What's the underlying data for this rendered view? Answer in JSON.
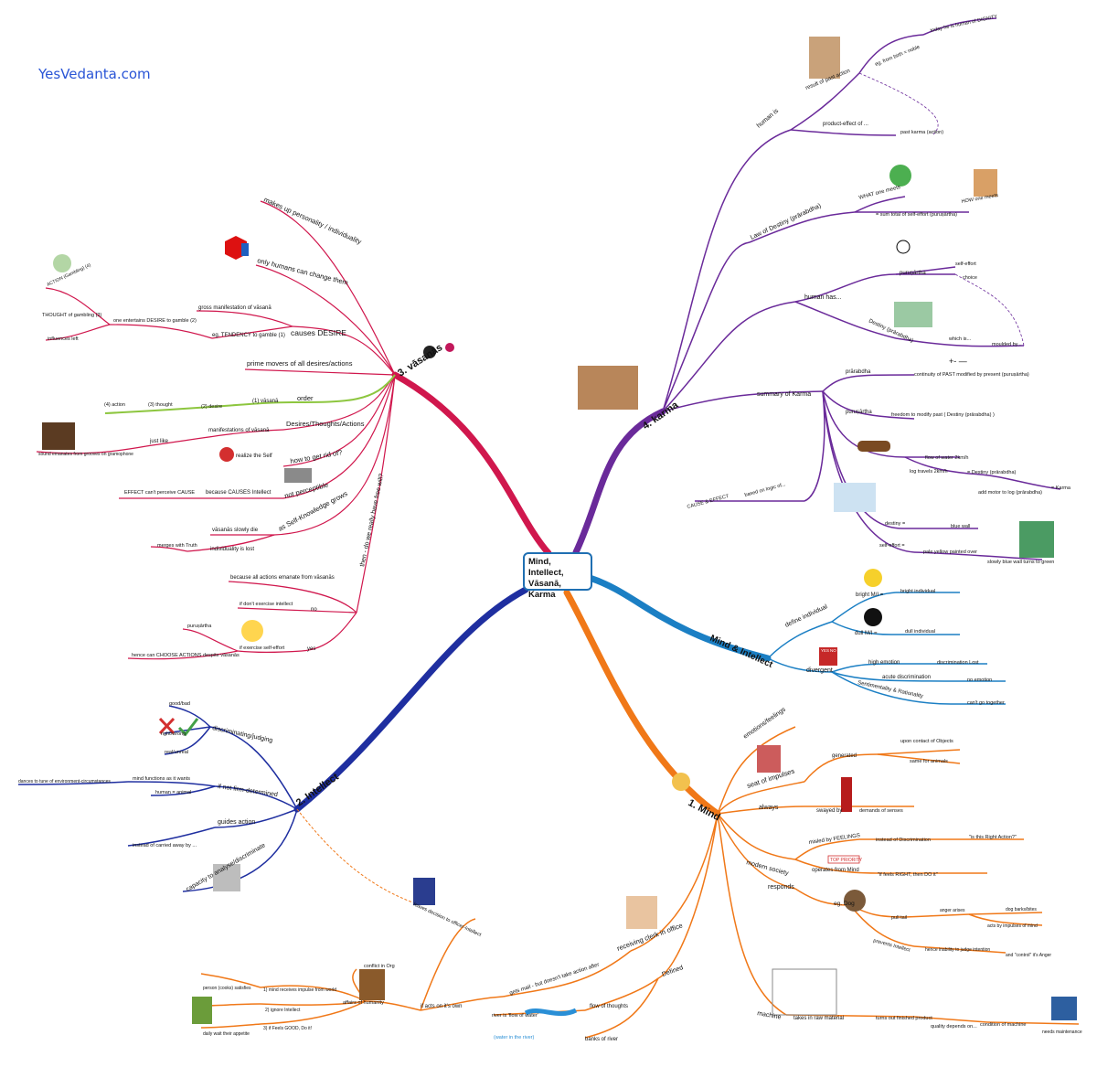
{
  "watermark": "YesVedanta.com",
  "center": {
    "line1": "Mind, Intellect,",
    "line2": "Vāsanā, Karma"
  },
  "colors": {
    "vasanas": "#d0174d",
    "karma": "#6a2a9a",
    "intellect": "#1f2fa0",
    "mind": "#f07818",
    "mindintellect": "#1b7fc4",
    "order": "#8dc63f",
    "center_border": "#1f6fb2"
  },
  "branches": {
    "vasanas": {
      "title": "3. vāsanās",
      "makes_up": "makes up personality / individuality",
      "only_humans": "only humans can change them",
      "causes_desire": "causes DESIRE",
      "gross": "gross manifestation of vāsanā",
      "eg_tendency": "eg. TENDENCY to gamble (1)",
      "entertains": "one entertains DESIRE to gamble (2)",
      "thought_gambling": "THOUGHT of gambling (3)",
      "action_gambling": "ACTION (Gambling) (4)",
      "influences": "influences left",
      "prime_movers": "prime movers of all desires/actions",
      "order": "order",
      "order_items": [
        "(4) action",
        "(3) thought",
        "(2) desire",
        "(1) vāsanā"
      ],
      "desires_thoughts": "Desires/Thoughts/Actions",
      "manifestations": "manifestations of vāsanā",
      "just_like": "just like",
      "sound": "sound emanates from grooves on gramophone",
      "how_to_get_rid": "how to get rid of?",
      "realize": "realize the Self",
      "not_perceptible": "not perceptible",
      "because_causes": "because CAUSES Intellect",
      "effect_cant": "EFFECT can't perceive CAUSE",
      "self_knowledge": "as Self-Knowledge grows",
      "vasanas_die": "vāsanās slowly die",
      "individuality_lost": "individuality is lost",
      "merges": "merges with Truth",
      "then": "then - do we really have free will?",
      "because_all": "because all actions emanate from vāsanās",
      "no": "no",
      "if_dont": "if don't exercise intellect",
      "yes": "yes",
      "if_exercise": "if exercise self-effort",
      "purushartha": "puruṣārtha",
      "hence_choose": "hence can CHOOSE ACTIONS despite vāsanās"
    },
    "karma": {
      "title": "4. karma",
      "human_is": "human is",
      "result_past": "result of past action",
      "eg_birth": "eg. from birth = noble",
      "today": "today he is human of DIGNITY",
      "product": "product-effect of ...",
      "past_karma": "past karma (action)",
      "law_destiny": "Law of Destiny (prārabdha)",
      "what_one_meets": "WHAT one meets",
      "sum_total": "= sum total of self-effort (puruṣārtha)",
      "how_one_meets": "HOW one meets",
      "human_has": "human has...",
      "purushartha": "puruṣārtha",
      "self_effort": "self-effort",
      "choice": "choice",
      "destiny_prarabdha": "Destiny (prārabdha)",
      "which_is": "which is...",
      "moulded_by": "moulded by...",
      "summary": "summary of Karma",
      "prarabdha": "prārabdha",
      "continuity": "continuity of PAST modified by present (puruṣārtha)",
      "purushartha2": "puruṣārtha",
      "freedom": "freedom to modify past ( Destiny (prārabdha) )",
      "flow_water": "flow of water 2km/h",
      "log_travels": "log travels 2km/h",
      "destiny_eq": "= Destiny (prārabdha)",
      "add_motor": "add motor to log (prārabdha)",
      "eq_karma": "= Karma",
      "based_on": "based on logic of...",
      "cause_effect": "CAUSE & EFFECT",
      "destiny_is": "destiny =",
      "blue_wall": "blue wall",
      "self_effort_is": "self-effort =",
      "pale_yellow": "pale yellow painted over",
      "slowly_blue": "slowly blue wall turns to green",
      "plus_minus": "+- —"
    },
    "mind_intellect": {
      "title": "Mind & Intellect",
      "define": "define individual",
      "bright": "bright M/I =",
      "bright_ind": "bright individual",
      "dull": "dull M/I =",
      "dull_ind": "dull individual",
      "divergent": "divergent",
      "high_emotion": "high emotion",
      "discrimination_lost": "discrimination Lost",
      "acute": "acute discrimination",
      "no_emotion": "no emotion",
      "sentimentality": "Sentimentality & Rationality",
      "cant_go": "can't go together",
      "sign_yes": "YES",
      "sign_no": "NO"
    },
    "intellect": {
      "title": "2. Intellect",
      "discriminating": "discriminating/judging",
      "good_bad": "good/bad",
      "right_wrong": "right/wrong",
      "real_unreal": "real/unreal",
      "if_not": "if not firm-determined",
      "mind_functions": "mind functions as it wants",
      "dances": "dances to tune of environment-circumstances",
      "human_animal": "human = animal",
      "guides": "guides action",
      "instead": "instead of carried away by ...",
      "capacity": "capacity to analyse/discriminate",
      "leaves": "leaves decision to officer-Intellect"
    },
    "mind": {
      "title": "1. Mind",
      "emotions": "emotions/feelings",
      "seat": "seat of impulses",
      "generated": "generated",
      "upon_contact": "upon contact of Objects",
      "same_animals": "same for animals",
      "always": "always",
      "swayed": "swayed by",
      "demands": "demands of senses",
      "modern": "modern society",
      "misled": "misled by FEELINGS",
      "instead_disc": "instead of Discrimination",
      "is_right": "\"is this Right Action?\"",
      "operates": "operates from Mind",
      "top_priority": "TOP PRIORITY",
      "feels_right": "\"if feels RIGHT, then DO it\"",
      "responds": "responds",
      "eg_dog": "eg. Dog",
      "pull_tail": "pull tail",
      "anger_arises": "anger arises",
      "dog_barks": "dog barks/bites",
      "acts_by": "acts by impulses of mind",
      "prevents": "prevents Intellect",
      "hence_inability": "hence inability to judge intention",
      "and_control": "and \"control\" it's Anger",
      "machine": "machine",
      "takes_in": "takes in raw material",
      "turns_out": "turns out finished product",
      "quality": "quality depends on...",
      "condition": "condition of machine",
      "needs": "needs maintenance",
      "defined": "Defined",
      "flow_thoughts": "flow of thoughts",
      "river_is": "river is 'flow of water'",
      "banks": "banks of river",
      "water_river": "(water in the river)",
      "receiving": "receiving clerk in office",
      "gets_mail": "gets mail - but doesn't take action after",
      "if_acts": "if acts on it's own",
      "affairs": "affairs of humanity",
      "conflict": "conflict in Org",
      "mind_receives": "1) mind receives impulse from world",
      "ignore": "2) ignore Intellect",
      "if_feels": "3) if Feels GOOD, Do it!",
      "person": "person (cooks) satisfies",
      "daily": "daily wait their appetite"
    }
  }
}
